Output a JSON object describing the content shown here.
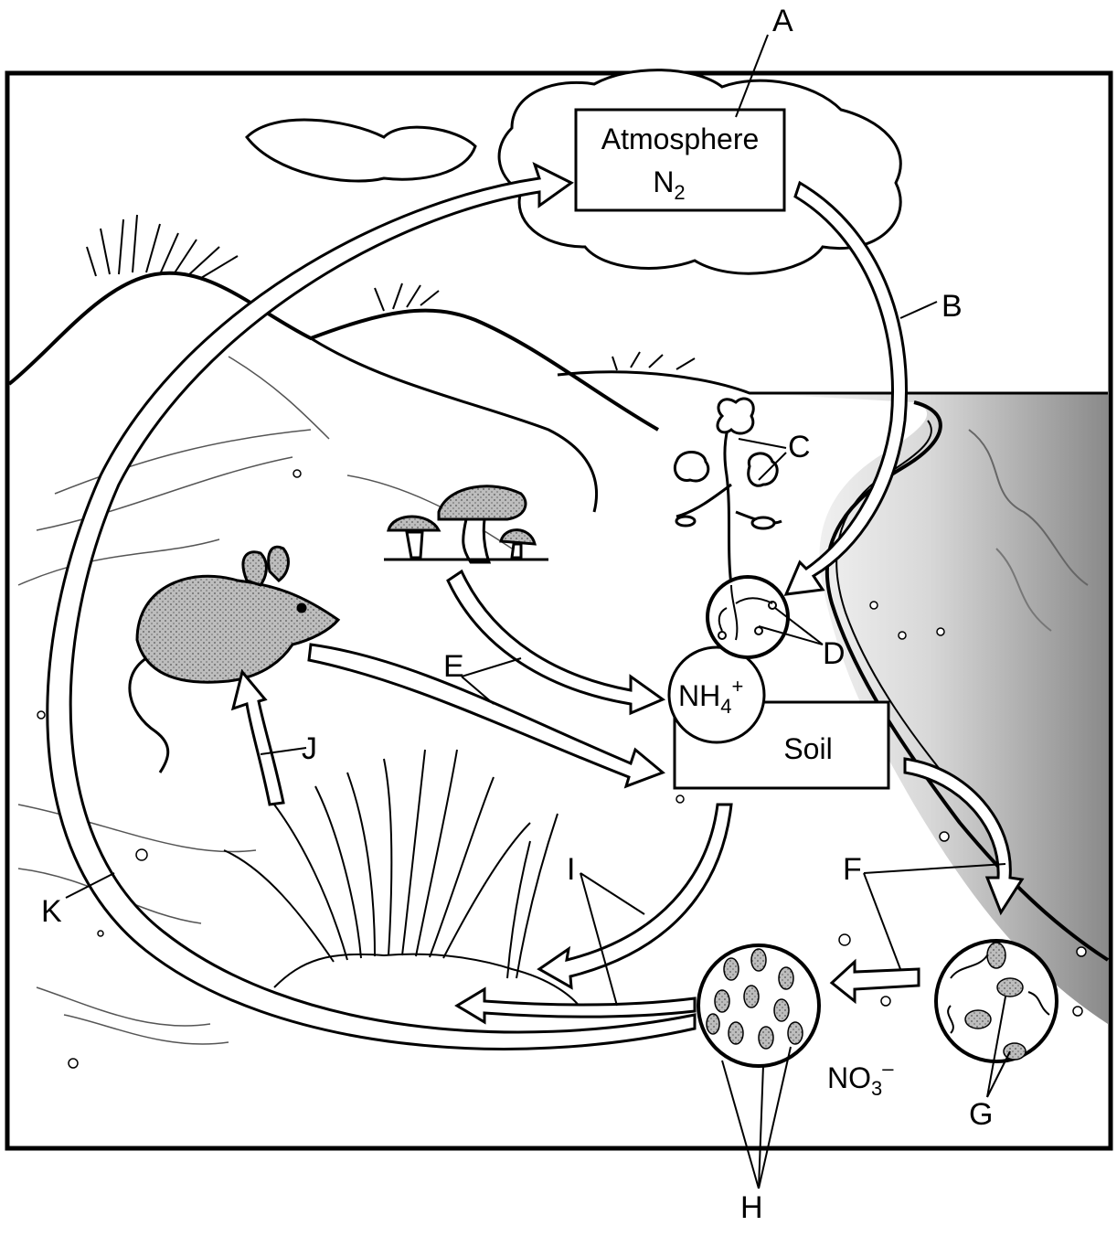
{
  "diagram": {
    "atmosphere_box": {
      "line1": "Atmosphere",
      "line2_main": "N",
      "line2_sub": "2"
    },
    "ammonium": {
      "main": "NH",
      "sub": "4",
      "sup": "+"
    },
    "soil_box": {
      "label": "Soil"
    },
    "nitrate": {
      "main": "NO",
      "sub": "3",
      "sup": "–"
    },
    "labels": {
      "A": "A",
      "B": "B",
      "C": "C",
      "D": "D",
      "E": "E",
      "F": "F",
      "G": "G",
      "H": "H",
      "I": "I",
      "J": "J",
      "K": "K"
    }
  }
}
